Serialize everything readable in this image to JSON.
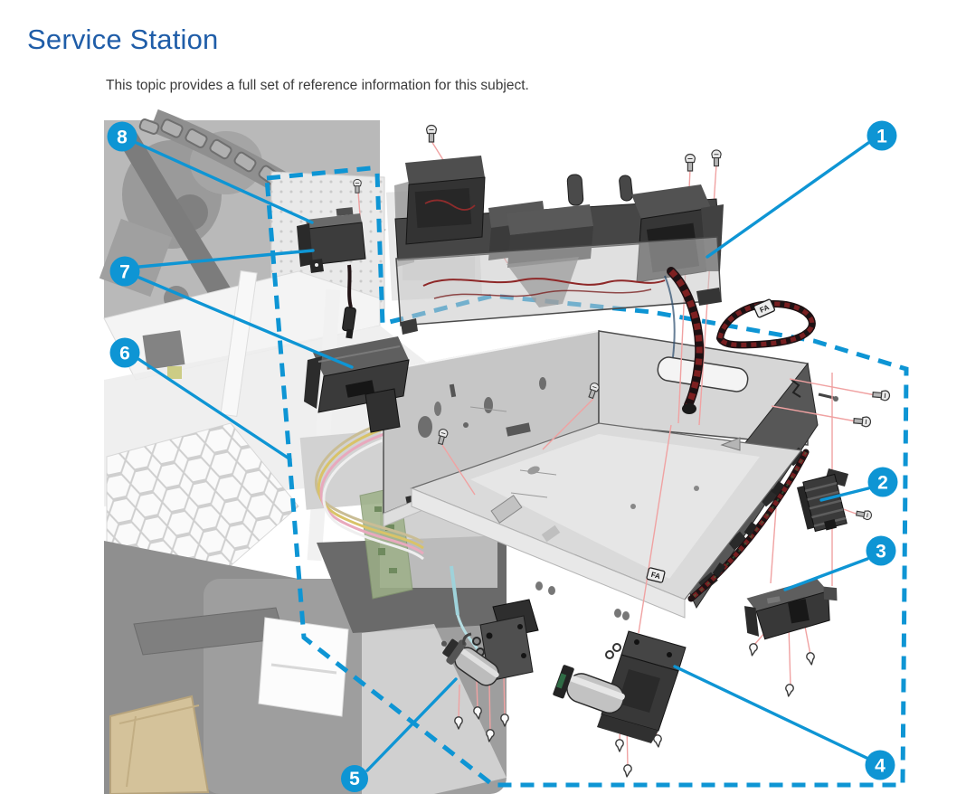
{
  "page": {
    "title": "Service Station",
    "subtitle": "This topic provides a full set of reference information for this subject."
  },
  "figure": {
    "type": "exploded-parts-diagram",
    "subject": "Service Station assembly",
    "callouts": [
      "1",
      "2",
      "3",
      "4",
      "5",
      "6",
      "7",
      "8"
    ],
    "harness_tag": "FA",
    "colors": {
      "accent_blue": "#0e95d4",
      "title_blue": "#1f5da8",
      "subtitle_gray": "#3a3a3a",
      "leader_pink": "#f0a2a2",
      "callout_text": "#ffffff"
    }
  }
}
